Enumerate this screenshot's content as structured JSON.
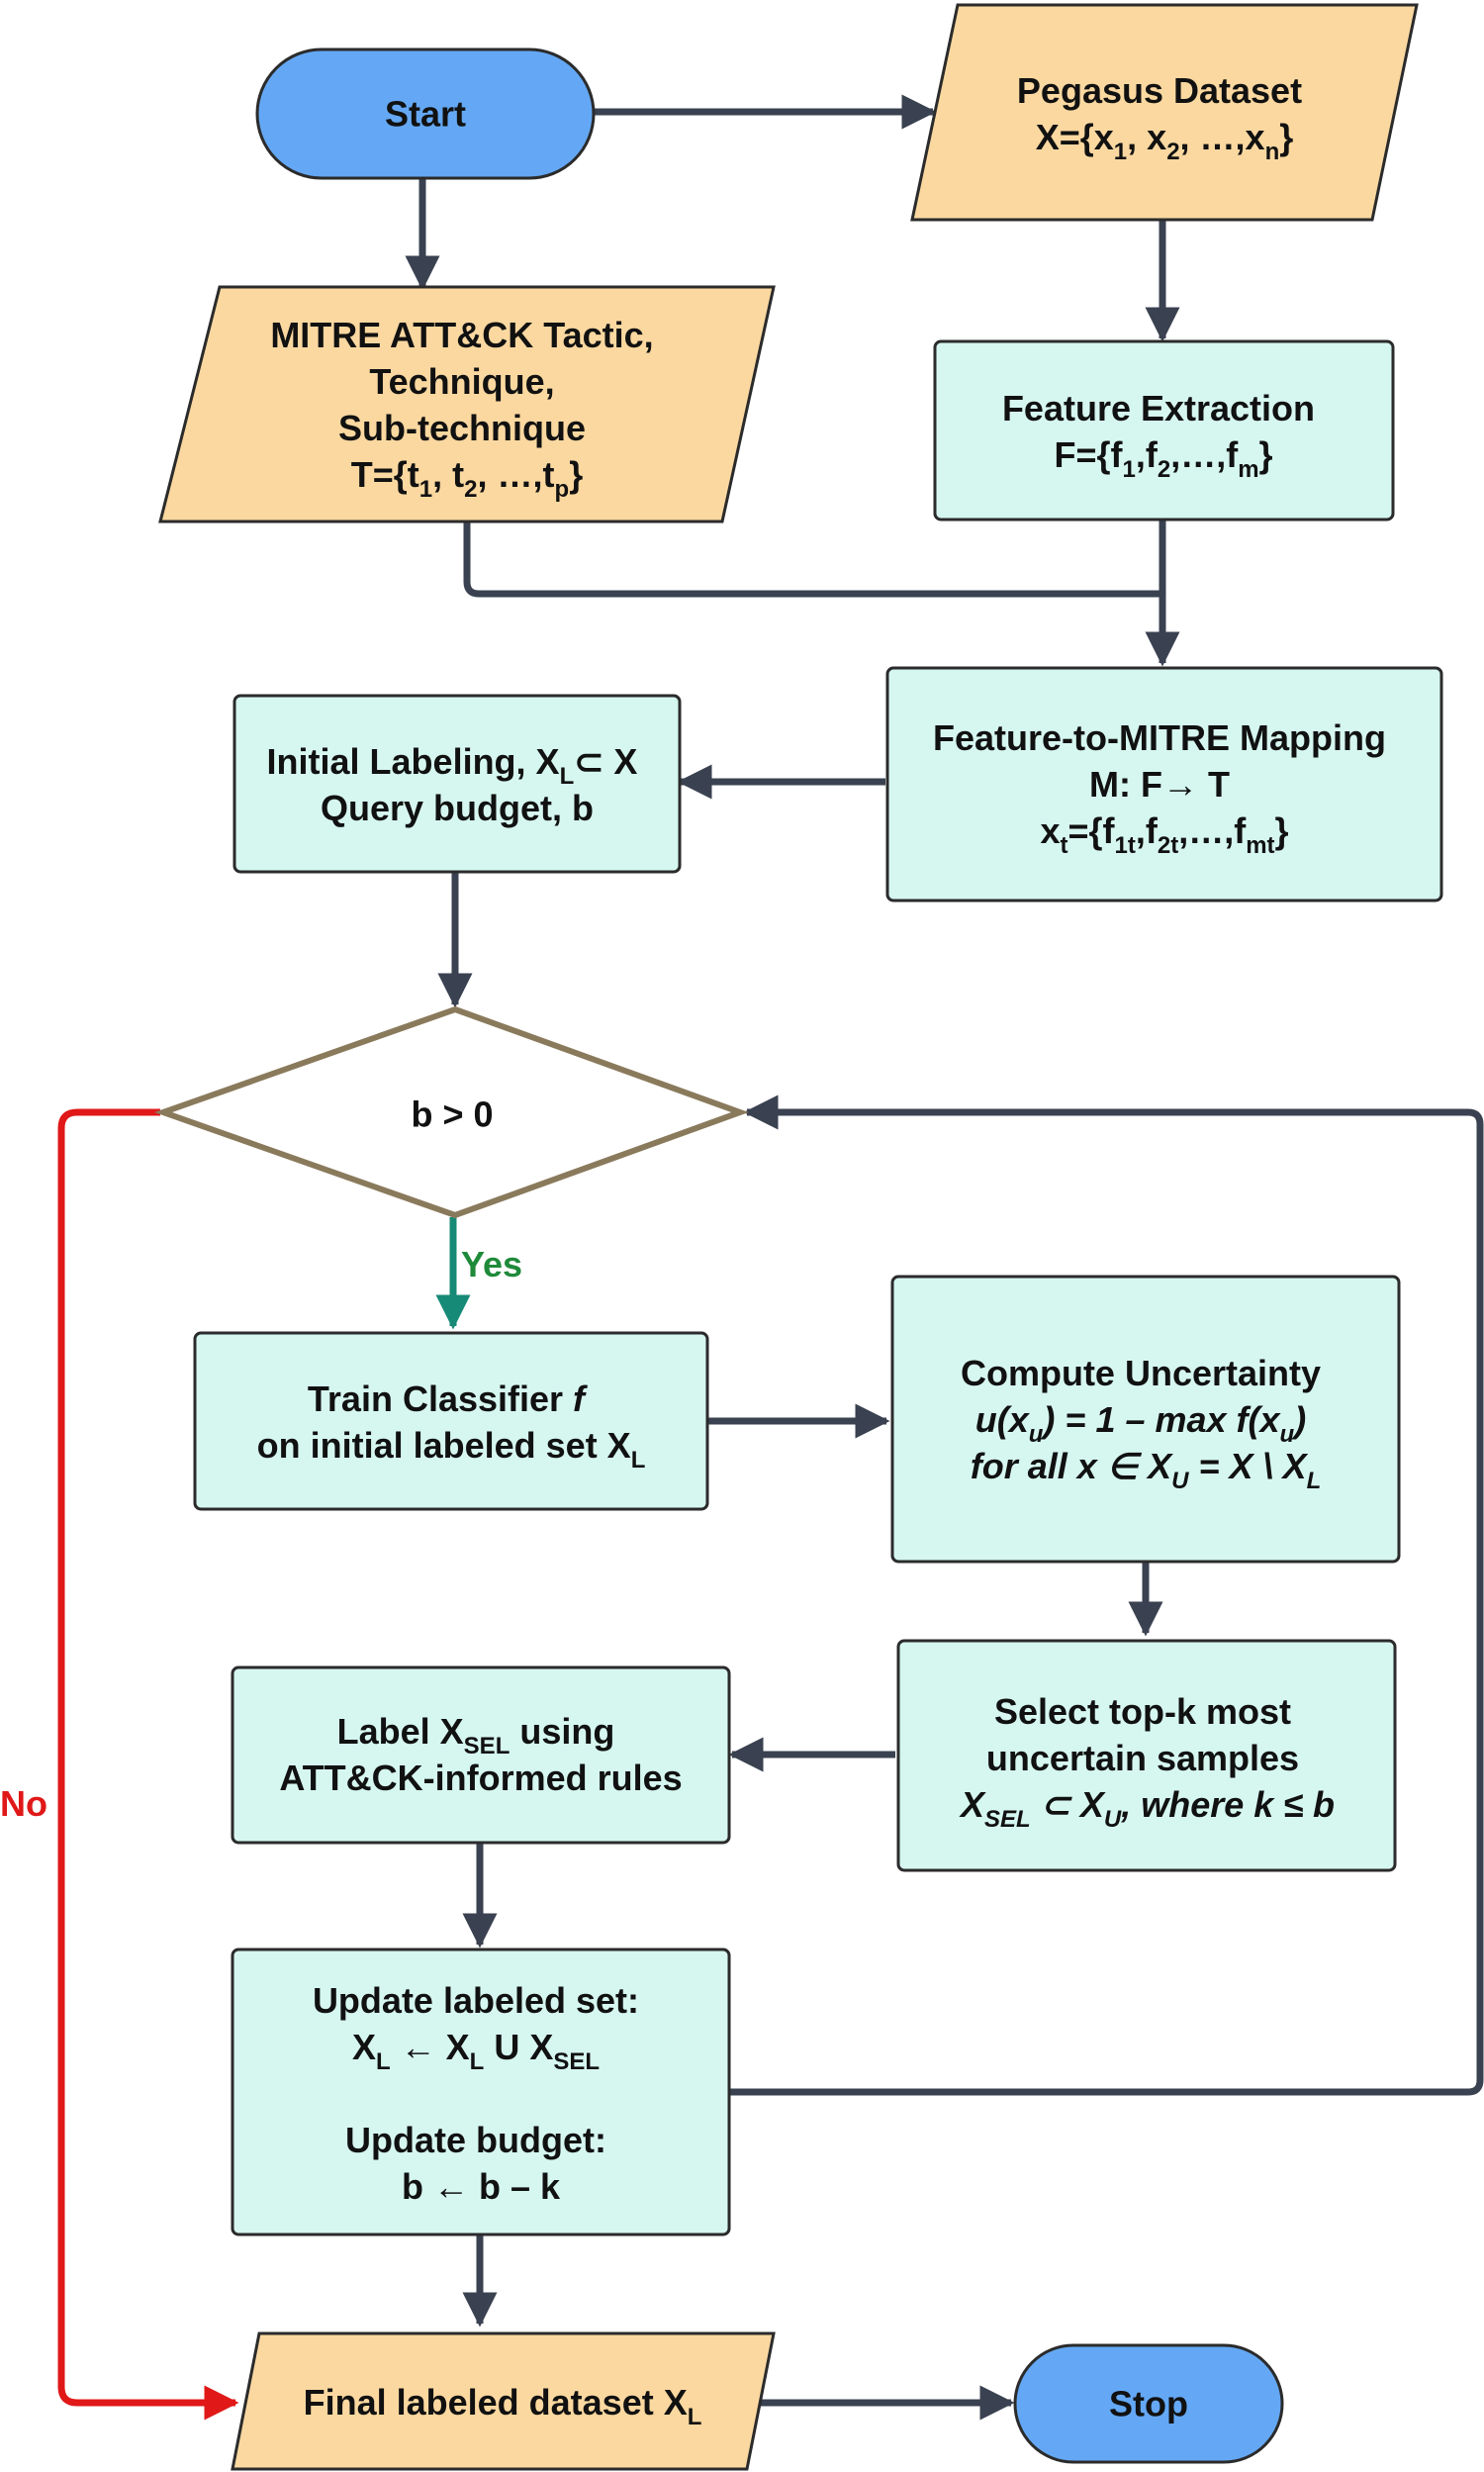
{
  "colors": {
    "terminator": "#64a8f5",
    "io": "#fad8a0",
    "process": "#d6f7f0",
    "decision_stroke": "#8a7a5c",
    "arrow": "#3a4150",
    "no_arrow": "#e01818",
    "yes_arrow": "#168a76"
  },
  "nodes": {
    "start": {
      "label": "Start"
    },
    "pegasus": {
      "line1": "Pegasus Dataset",
      "l2a": "X={x",
      "l2b": "1",
      "l2c": ", x",
      "l2d": "2",
      "l2e": ", …,x",
      "l2f": "n",
      "l2g": "}"
    },
    "mitre": {
      "line1": "MITRE ATT&CK Tactic,",
      "line2": "Technique,",
      "line3": "Sub-technique",
      "l4a": "T={t",
      "l4b": "1",
      "l4c": ", t",
      "l4d": "2",
      "l4e": ", …,t",
      "l4f": "p",
      "l4g": "}"
    },
    "feature": {
      "line1": "Feature Extraction",
      "l2a": "F={f",
      "l2b": "1",
      "l2c": ",f",
      "l2d": "2",
      "l2e": ",…,f",
      "l2f": "m",
      "l2g": "}"
    },
    "mapping": {
      "line1": "Feature-to-MITRE Mapping",
      "line2": "M: F→ T",
      "l3a": "x",
      "l3b": "t",
      "l3c": "={f",
      "l3d": "1t",
      "l3e": ",f",
      "l3f": "2t",
      "l3g": ",…,f",
      "l3h": "mt",
      "l3i": "}"
    },
    "initial": {
      "l1a": "Initial Labeling, X",
      "l1b": "L",
      "l1c": "⊂ X",
      "line2": "Query budget, b"
    },
    "decision": {
      "label": "b > 0",
      "yes": "Yes",
      "no": "No"
    },
    "train": {
      "l1a": "Train Classifier ",
      "l1b": "f",
      "l2a": "on initial labeled set X",
      "l2b": "L"
    },
    "uncertainty": {
      "line1": "Compute Uncertainty",
      "l2a": "u(x",
      "l2b": "u",
      "l2c": ") = 1 – max f(x",
      "l2d": "u",
      "l2e": ")",
      "l3a": "for all x ∈ X",
      "l3b": "U",
      "l3c": " = X \\ X",
      "l3d": "L"
    },
    "select": {
      "line1": "Select top-k most",
      "line2": "uncertain samples",
      "l3a": "X",
      "l3b": "SEL",
      "l3c": " ⊂ X",
      "l3d": "U",
      "l3e": ", where k ≤ b"
    },
    "label_sel": {
      "l1a": "Label X",
      "l1b": "SEL",
      "l1c": " using",
      "line2": "ATT&CK-informed rules"
    },
    "update": {
      "line1": "Update labeled set:",
      "l2a": "X",
      "l2b": "L",
      "l2c": " ← X",
      "l2d": "L",
      "l2e": " U X",
      "l2f": "SEL",
      "line3": "Update budget:",
      "line4": "b ← b – k"
    },
    "final": {
      "l1a": "Final labeled dataset X",
      "l1b": "L"
    },
    "stop": {
      "label": "Stop"
    }
  }
}
